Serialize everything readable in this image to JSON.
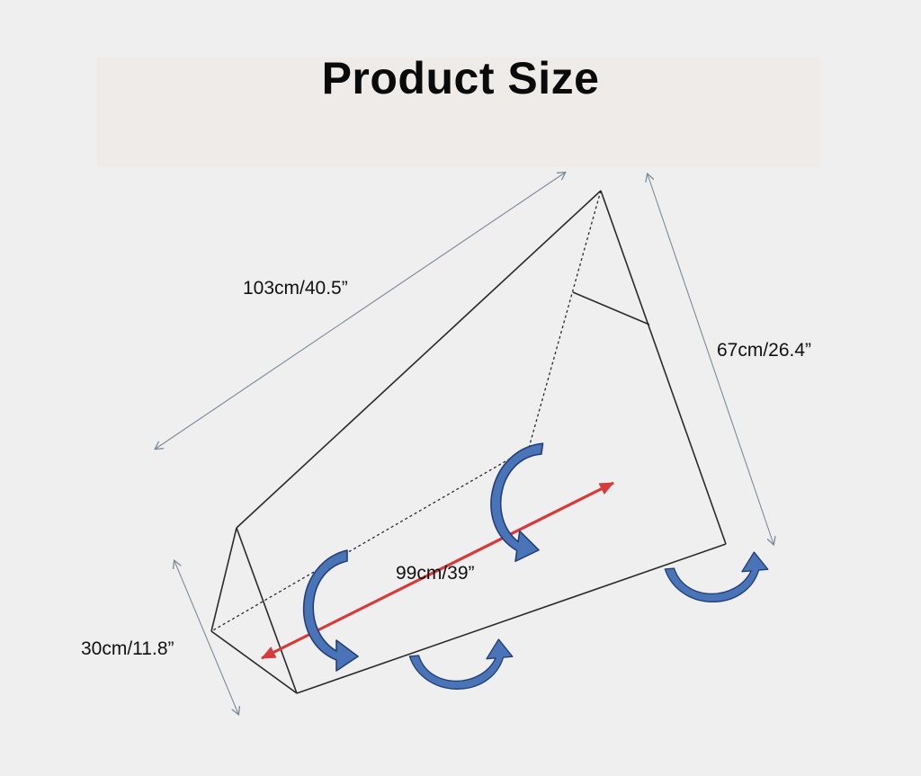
{
  "title": "Product Size",
  "dimensions": {
    "length_diagonal": "103cm/40.5”",
    "height": "67cm/26.4”",
    "width": "99cm/39”",
    "side": "30cm/11.8”"
  },
  "colors": {
    "background": "#efefef",
    "outline": "#2a2a2a",
    "dimension_line": "#7d8a97",
    "width_arrow": "#d63a3a",
    "fold_arrow_fill": "#4a74b8",
    "fold_arrow_stroke": "#233f78"
  },
  "icons": {
    "fold_arrows": [
      "curved-arrow-icon",
      "curved-arrow-icon",
      "curved-arrow-icon",
      "curved-arrow-icon"
    ]
  }
}
